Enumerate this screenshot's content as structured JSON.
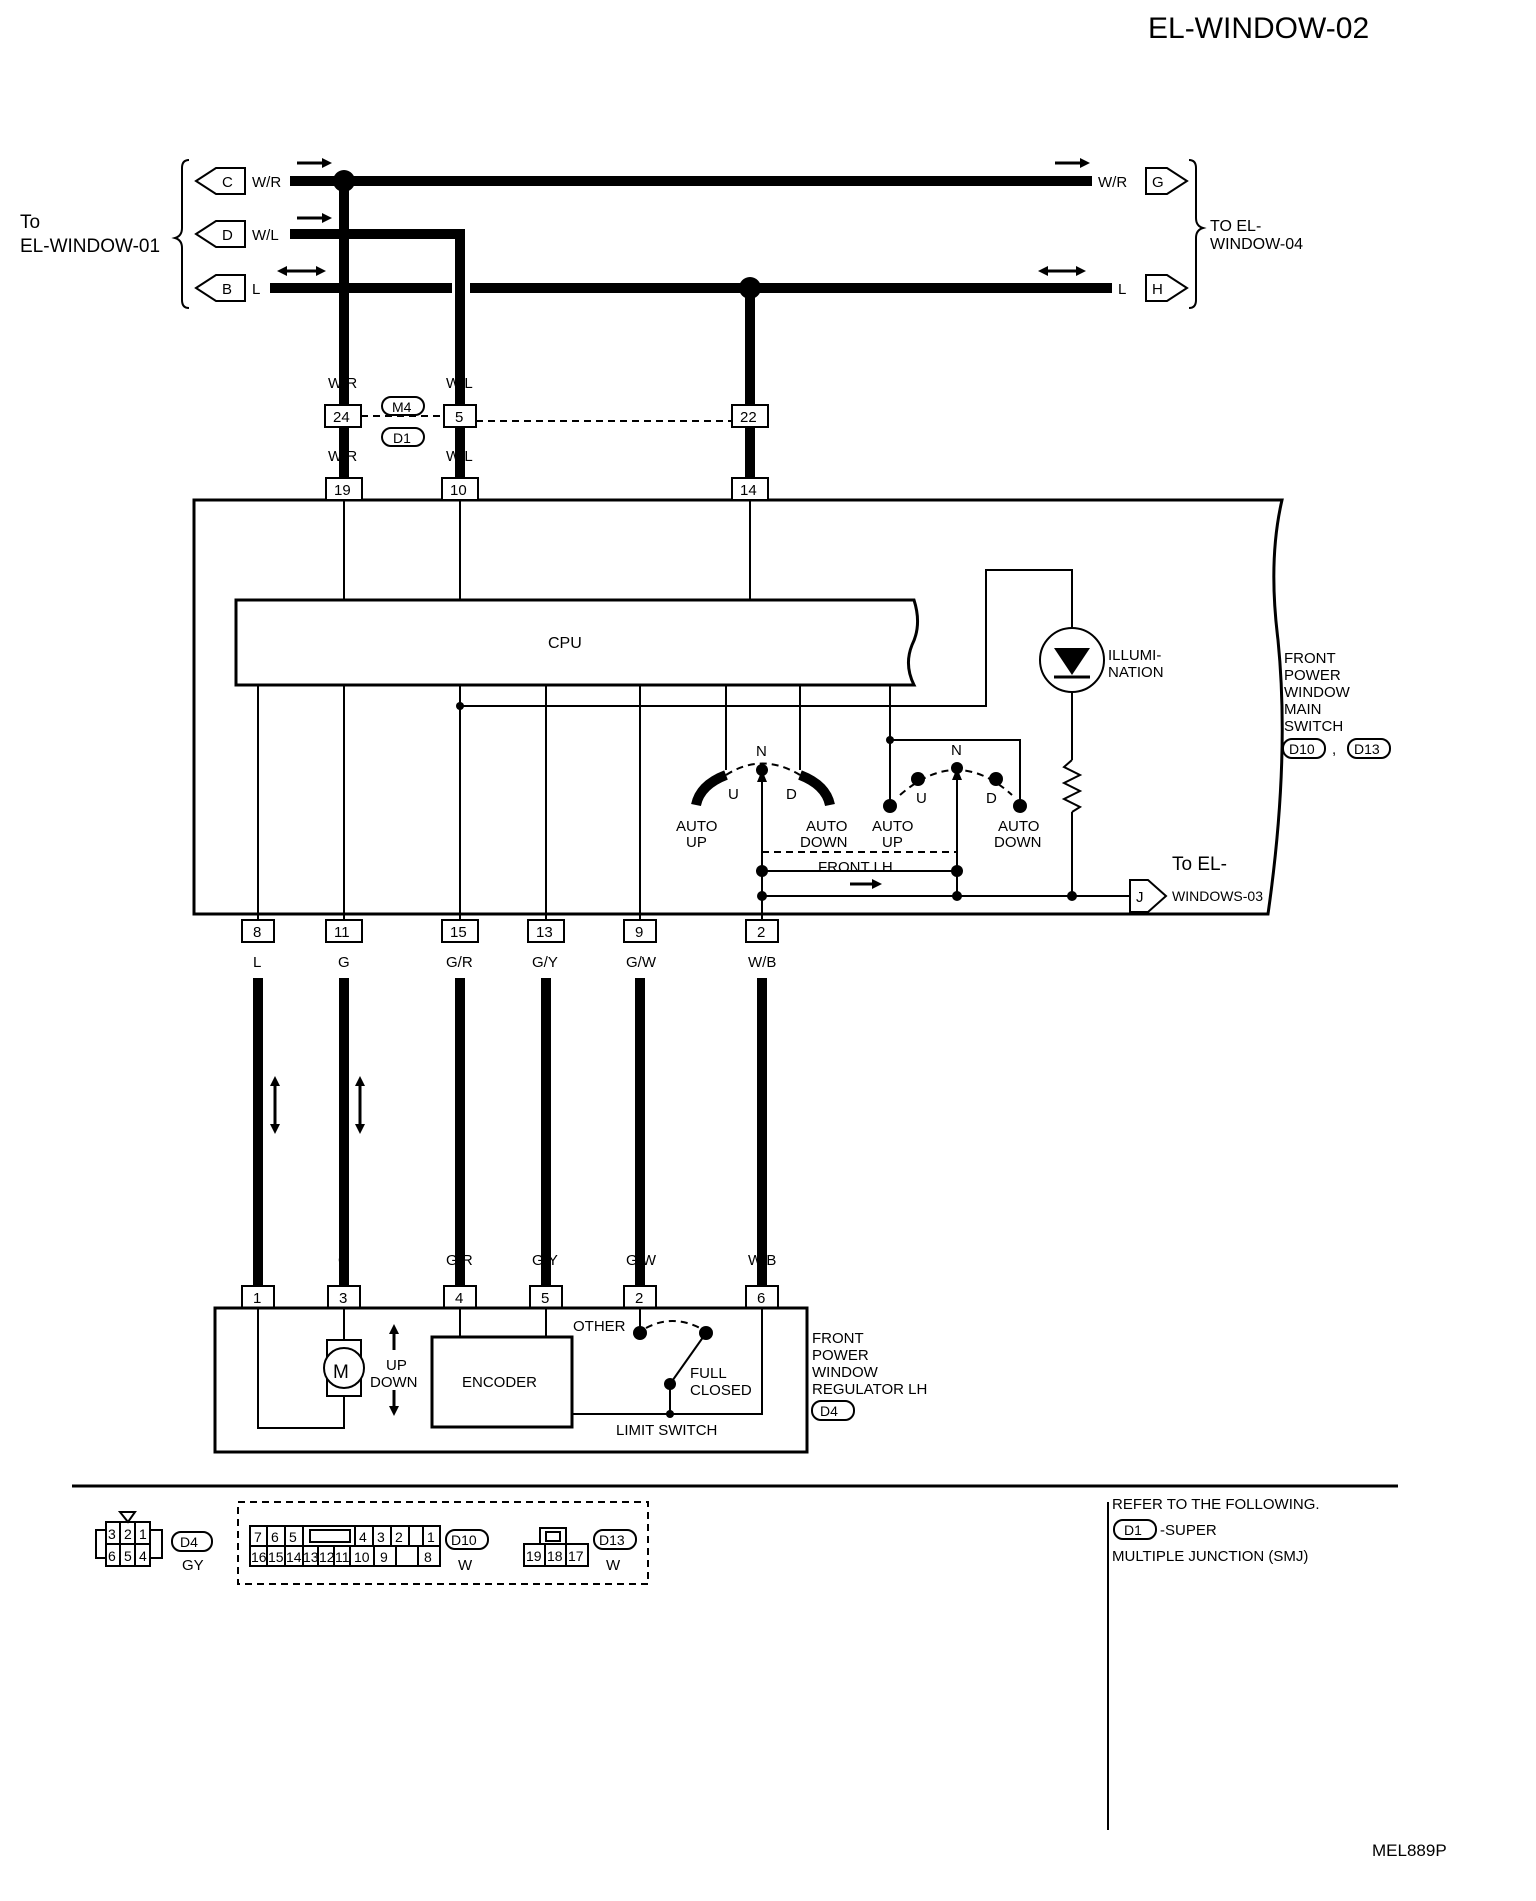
{
  "title": "EL-WINDOW-02",
  "figure_id": "MEL889P",
  "left_ref": [
    "To",
    "EL-WINDOW-01"
  ],
  "right_ref": [
    "TO EL-",
    "WINDOW-04"
  ],
  "to_windows03": [
    "To EL-",
    "WINDOWS-03"
  ],
  "connectors_in": {
    "c": "C",
    "d": "D",
    "b": "B",
    "g": "G",
    "h": "H",
    "j": "J"
  },
  "wires_top": {
    "wr": "W/R",
    "wl": "W/L",
    "l": "L"
  },
  "junction": {
    "m4": "M4",
    "d1": "D1",
    "p24": "24",
    "p5": "5",
    "p22": "22"
  },
  "switch_top_pins": {
    "p19": "19",
    "p10": "10",
    "p14": "14"
  },
  "cpu": "CPU",
  "illumination": [
    "ILLUMI-",
    "NATION"
  ],
  "main_switch": {
    "label": [
      "FRONT",
      "POWER",
      "WINDOW",
      "MAIN",
      "SWITCH"
    ],
    "c1": "D10",
    "sep": ",",
    "c2": "D13"
  },
  "switch1": {
    "n": "N",
    "u": "U",
    "d": "D",
    "auto_up": [
      "AUTO",
      "UP"
    ],
    "auto_down": [
      "AUTO",
      "DOWN"
    ]
  },
  "switch2": {
    "n": "N",
    "u": "U",
    "d": "D",
    "auto_up": [
      "AUTO",
      "UP"
    ],
    "auto_down": [
      "AUTO",
      "DOWN"
    ]
  },
  "front_lh": "FRONT LH",
  "bottom_pins": [
    "8",
    "11",
    "15",
    "13",
    "9",
    "2"
  ],
  "bottom_wires": [
    "L",
    "G",
    "G/R",
    "G/Y",
    "G/W",
    "W/B"
  ],
  "regulator_pins": [
    "1",
    "3",
    "4",
    "5",
    "2",
    "6"
  ],
  "regulator": {
    "motor": "M",
    "up": "UP",
    "down": "DOWN",
    "encoder": "ENCODER",
    "other": "OTHER",
    "full_closed": [
      "FULL",
      "CLOSED"
    ],
    "limit_switch": "LIMIT SWITCH",
    "label": [
      "FRONT",
      "POWER",
      "WINDOW",
      "REGULATOR LH"
    ],
    "connector": "D4"
  },
  "legend": {
    "d4": {
      "top": [
        "3",
        "2",
        "1"
      ],
      "bottom": [
        "6",
        "5",
        "4"
      ],
      "id": "D4",
      "color": "GY"
    },
    "d10": {
      "top": [
        "7",
        "6",
        "5",
        "4",
        "3",
        "2",
        "1"
      ],
      "bottom": [
        "16",
        "15",
        "14",
        "13",
        "12",
        "11",
        "10",
        "9",
        "8"
      ],
      "id": "D10",
      "color": "W"
    },
    "d13": {
      "pins": [
        "19",
        "18",
        "17"
      ],
      "id": "D13",
      "color": "W"
    }
  },
  "refer": {
    "line1": "REFER TO THE FOLLOWING.",
    "id": "D1",
    "line2": "-SUPER",
    "line3": "MULTIPLE JUNCTION (SMJ)"
  }
}
